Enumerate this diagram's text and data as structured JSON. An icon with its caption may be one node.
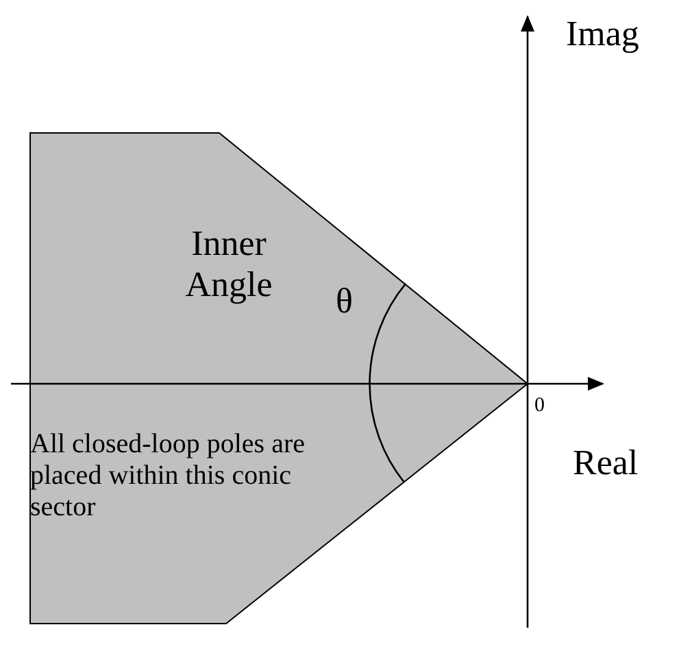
{
  "diagram": {
    "nodes": [
      {
        "text": [
          "Inner Angle",
          "θ",
          "All closed-loop poles are placed within this conic sector"
        ]
      }
    ],
    "labels": [
      "Imag",
      "0",
      "Real"
    ]
  }
}
